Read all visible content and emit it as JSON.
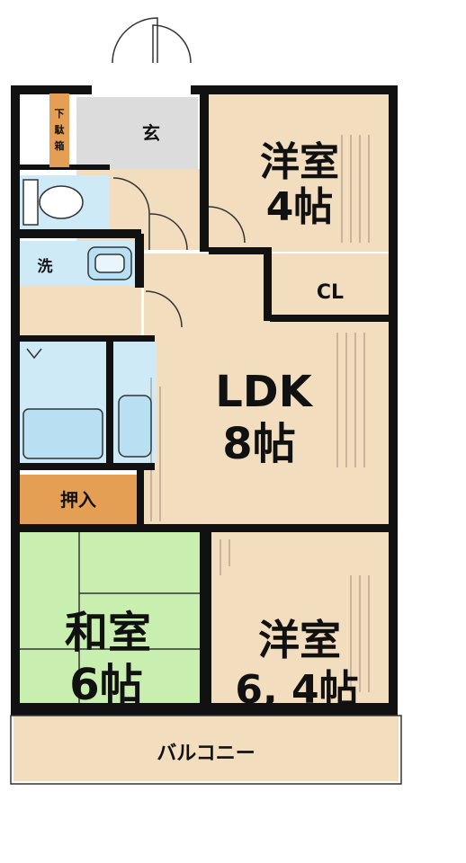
{
  "rooms": {
    "genkan": "玄",
    "geta": [
      "下",
      "駄",
      "箱"
    ],
    "western_small": [
      "洋室",
      "4帖"
    ],
    "closet": "CL",
    "wash": "洗",
    "ldk": [
      "LDK",
      "8帖"
    ],
    "oshiire": "押入",
    "japanese": [
      "和室",
      "6帖"
    ],
    "western_large": [
      "洋室",
      "6, 4帖"
    ],
    "balcony": "バルコニー"
  },
  "colors": {
    "floor": "#f2ddbf",
    "tatami": "#c9efb0",
    "wet": "#cdeaf6",
    "storage": "#e59f55",
    "entrance": "#dcdcdc",
    "wall": "#111111"
  }
}
